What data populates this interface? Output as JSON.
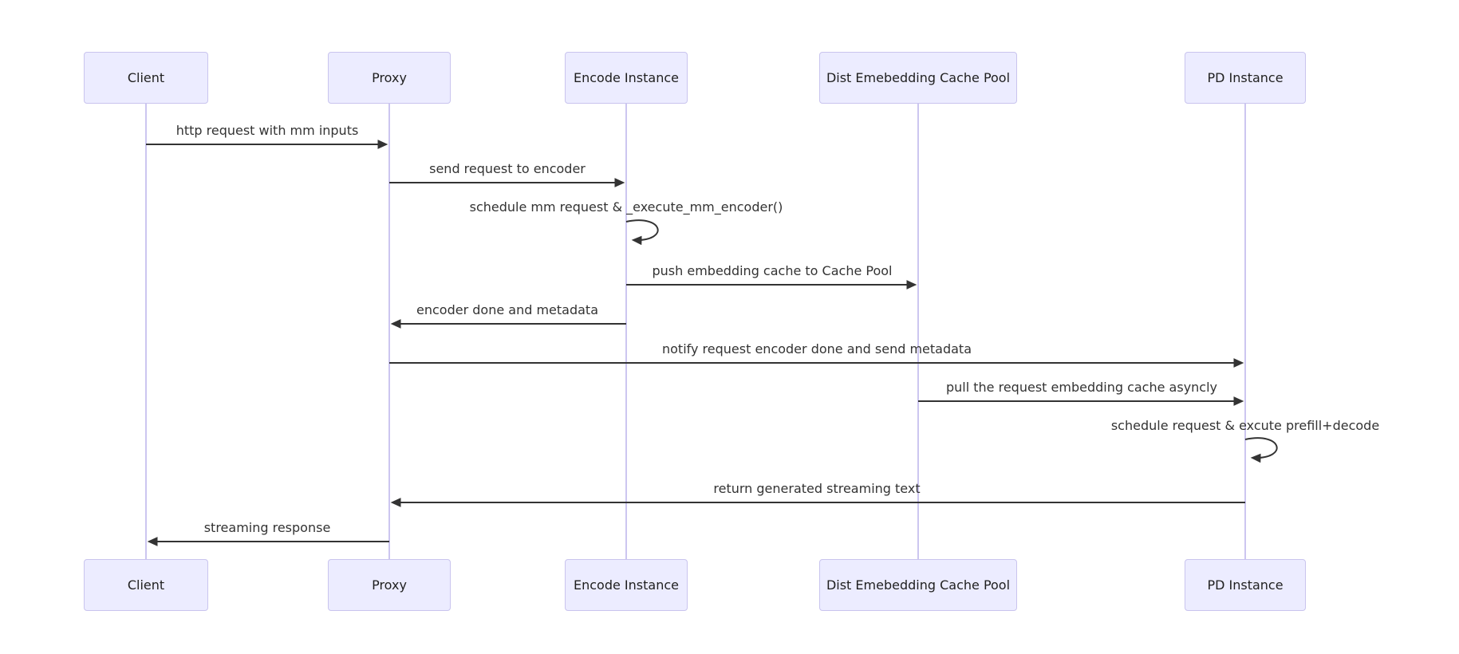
{
  "diagram_type": "sequence-diagram",
  "actors": [
    {
      "id": "client",
      "label": "Client"
    },
    {
      "id": "proxy",
      "label": "Proxy"
    },
    {
      "id": "encode-instance",
      "label": "Encode Instance"
    },
    {
      "id": "dist-embedding-cache-pool",
      "label": "Dist Emebedding Cache Pool"
    },
    {
      "id": "pd-instance",
      "label": "PD Instance"
    }
  ],
  "messages": [
    {
      "from": "Client",
      "to": "Proxy",
      "direction": "right",
      "label": "http request with mm inputs"
    },
    {
      "from": "Proxy",
      "to": "Encode Instance",
      "direction": "right",
      "label": "send request to encoder"
    },
    {
      "from": "Encode Instance",
      "to": "Encode Instance",
      "direction": "self",
      "label": "schedule mm request & _execute_mm_encoder()"
    },
    {
      "from": "Encode Instance",
      "to": "Dist Emebedding Cache Pool",
      "direction": "right",
      "label": "push embedding cache to Cache Pool"
    },
    {
      "from": "Encode Instance",
      "to": "Proxy",
      "direction": "left",
      "label": "encoder done and metadata"
    },
    {
      "from": "Proxy",
      "to": "PD Instance",
      "direction": "right",
      "label": "notify request encoder done and send metadata"
    },
    {
      "from": "Dist Emebedding Cache Pool",
      "to": "PD Instance",
      "direction": "right",
      "label": "pull the request embedding cache asyncly"
    },
    {
      "from": "PD Instance",
      "to": "PD Instance",
      "direction": "self",
      "label": "schedule request & excute prefill+decode"
    },
    {
      "from": "PD Instance",
      "to": "Proxy",
      "direction": "left",
      "label": "return generated streaming text"
    },
    {
      "from": "Proxy",
      "to": "Client",
      "direction": "left",
      "label": "streaming response"
    }
  ],
  "colors": {
    "actor_fill": "#ECECFF",
    "actor_border": "#C9C4EE",
    "lifeline": "#CCC6F0",
    "arrow": "#333333",
    "message_text": "#333333",
    "actor_text": "#1f1f1f",
    "background": "#ffffff"
  }
}
